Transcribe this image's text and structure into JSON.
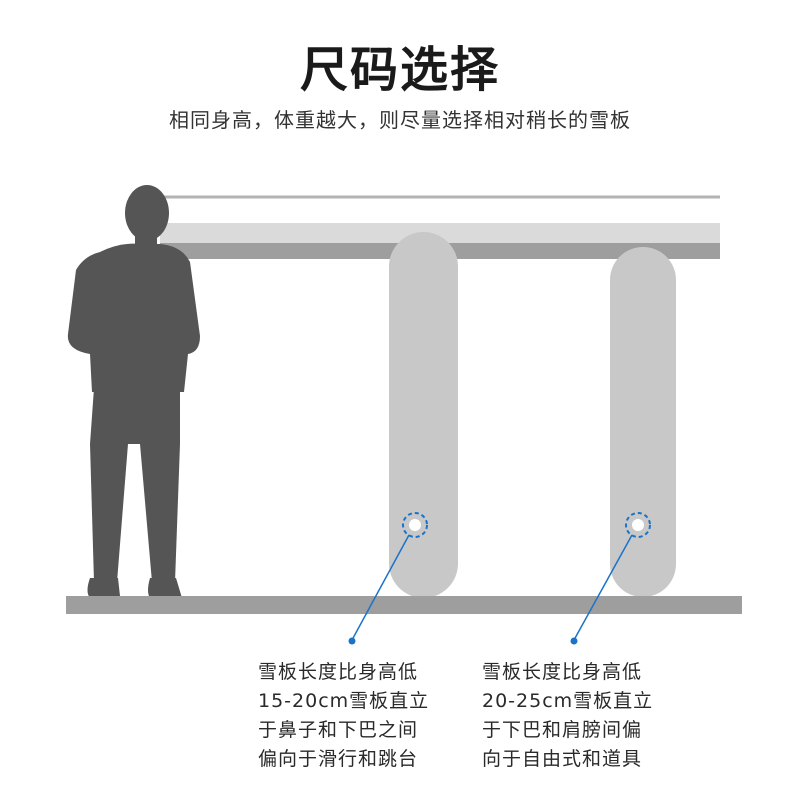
{
  "header": {
    "title": "尺码选择",
    "subtitle": "相同身高，体重越大，则尽量选择相对稍长的雪板"
  },
  "notes": [
    {
      "lines": [
        "雪板长度比身高低",
        "15-20cm雪板直立",
        "于鼻子和下巴之间",
        "偏向于滑行和跳台"
      ]
    },
    {
      "lines": [
        "雪板长度比身高低",
        "20-25cm雪板直立",
        "于下巴和肩膀间偏",
        "向于自由式和道具"
      ]
    }
  ],
  "colors": {
    "person": "#555555",
    "board": "#c8c8c8",
    "floor": "#9e9e9e",
    "accent": "#1a73c8"
  }
}
